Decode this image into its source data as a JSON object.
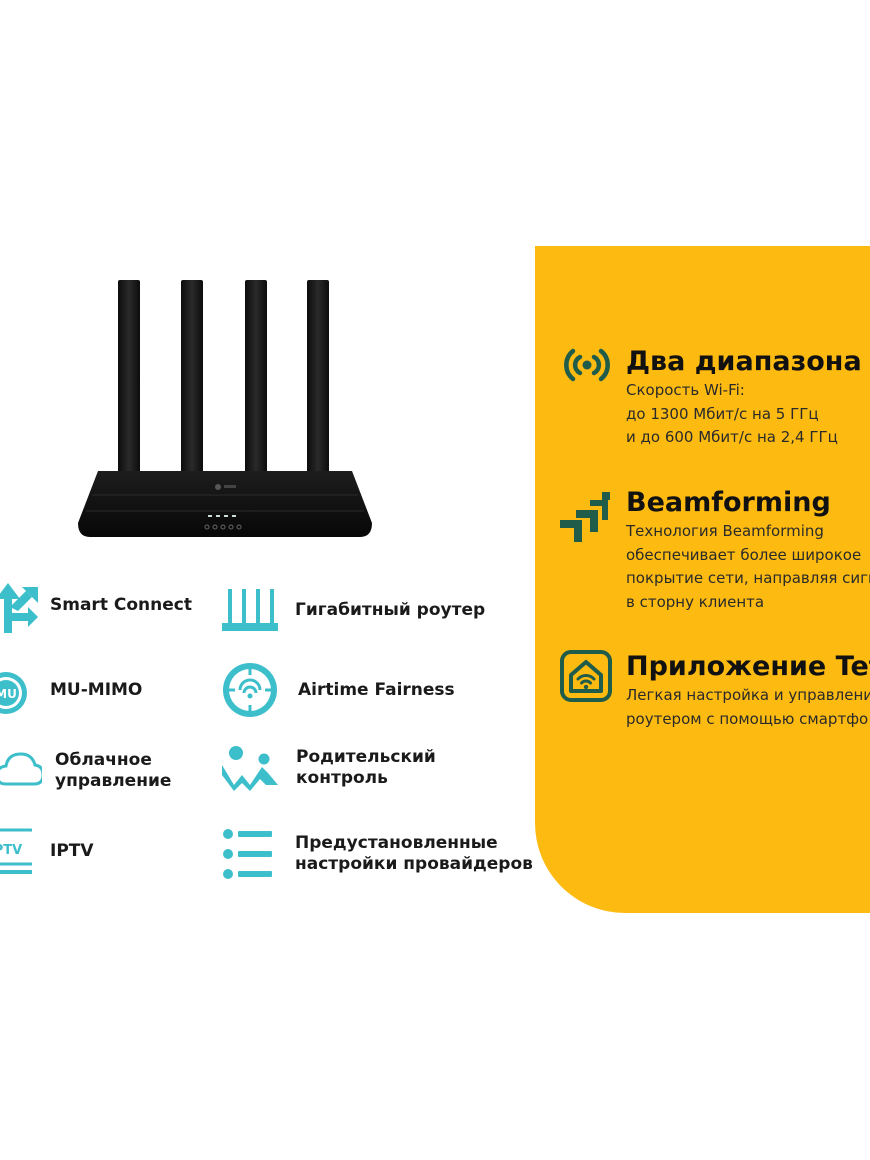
{
  "features": [
    {
      "icon": "branching-arrows-icon",
      "label": "Smart Connect"
    },
    {
      "icon": "gigabit-router-icon",
      "label": "Гигабитный роутер"
    },
    {
      "icon": "mu-mimo-icon",
      "label": "MU-MIMO"
    },
    {
      "icon": "airtime-fairness-icon",
      "label": "Airtime Fairness"
    },
    {
      "icon": "cloud-icon",
      "label": "Облачное\nуправление"
    },
    {
      "icon": "parental-control-icon",
      "label": "Родительский\nконтроль"
    },
    {
      "icon": "iptv-icon",
      "label": "IPTV"
    },
    {
      "icon": "provider-settings-list-icon",
      "label": "Предустановленные\nнастройки провайдеров"
    }
  ],
  "panel": {
    "items": [
      {
        "icon": "wifi-broadcast-icon",
        "title": "Два диапазона",
        "description": "Скорость Wi-Fi:\nдо 1300 Мбит/с на 5 ГГц\nи до 600 Мбит/с на 2,4 ГГц"
      },
      {
        "icon": "beamforming-icon",
        "title": "Beamforming",
        "description": "Технология Beamforming\nобеспечивает более широкое\nпокрытие сети, направляя сигн\nв сторну клиента"
      },
      {
        "icon": "tether-app-icon",
        "title": "Приложение Teth",
        "description": "Легкая настройка и управлени\nроутером с помощью смартфо"
      }
    ]
  },
  "colors": {
    "accent_yellow": "#fdbb12",
    "icon_teal": "#3cbfcb",
    "panel_icon_green": "#1f5c4a",
    "router_black": "#111111"
  }
}
